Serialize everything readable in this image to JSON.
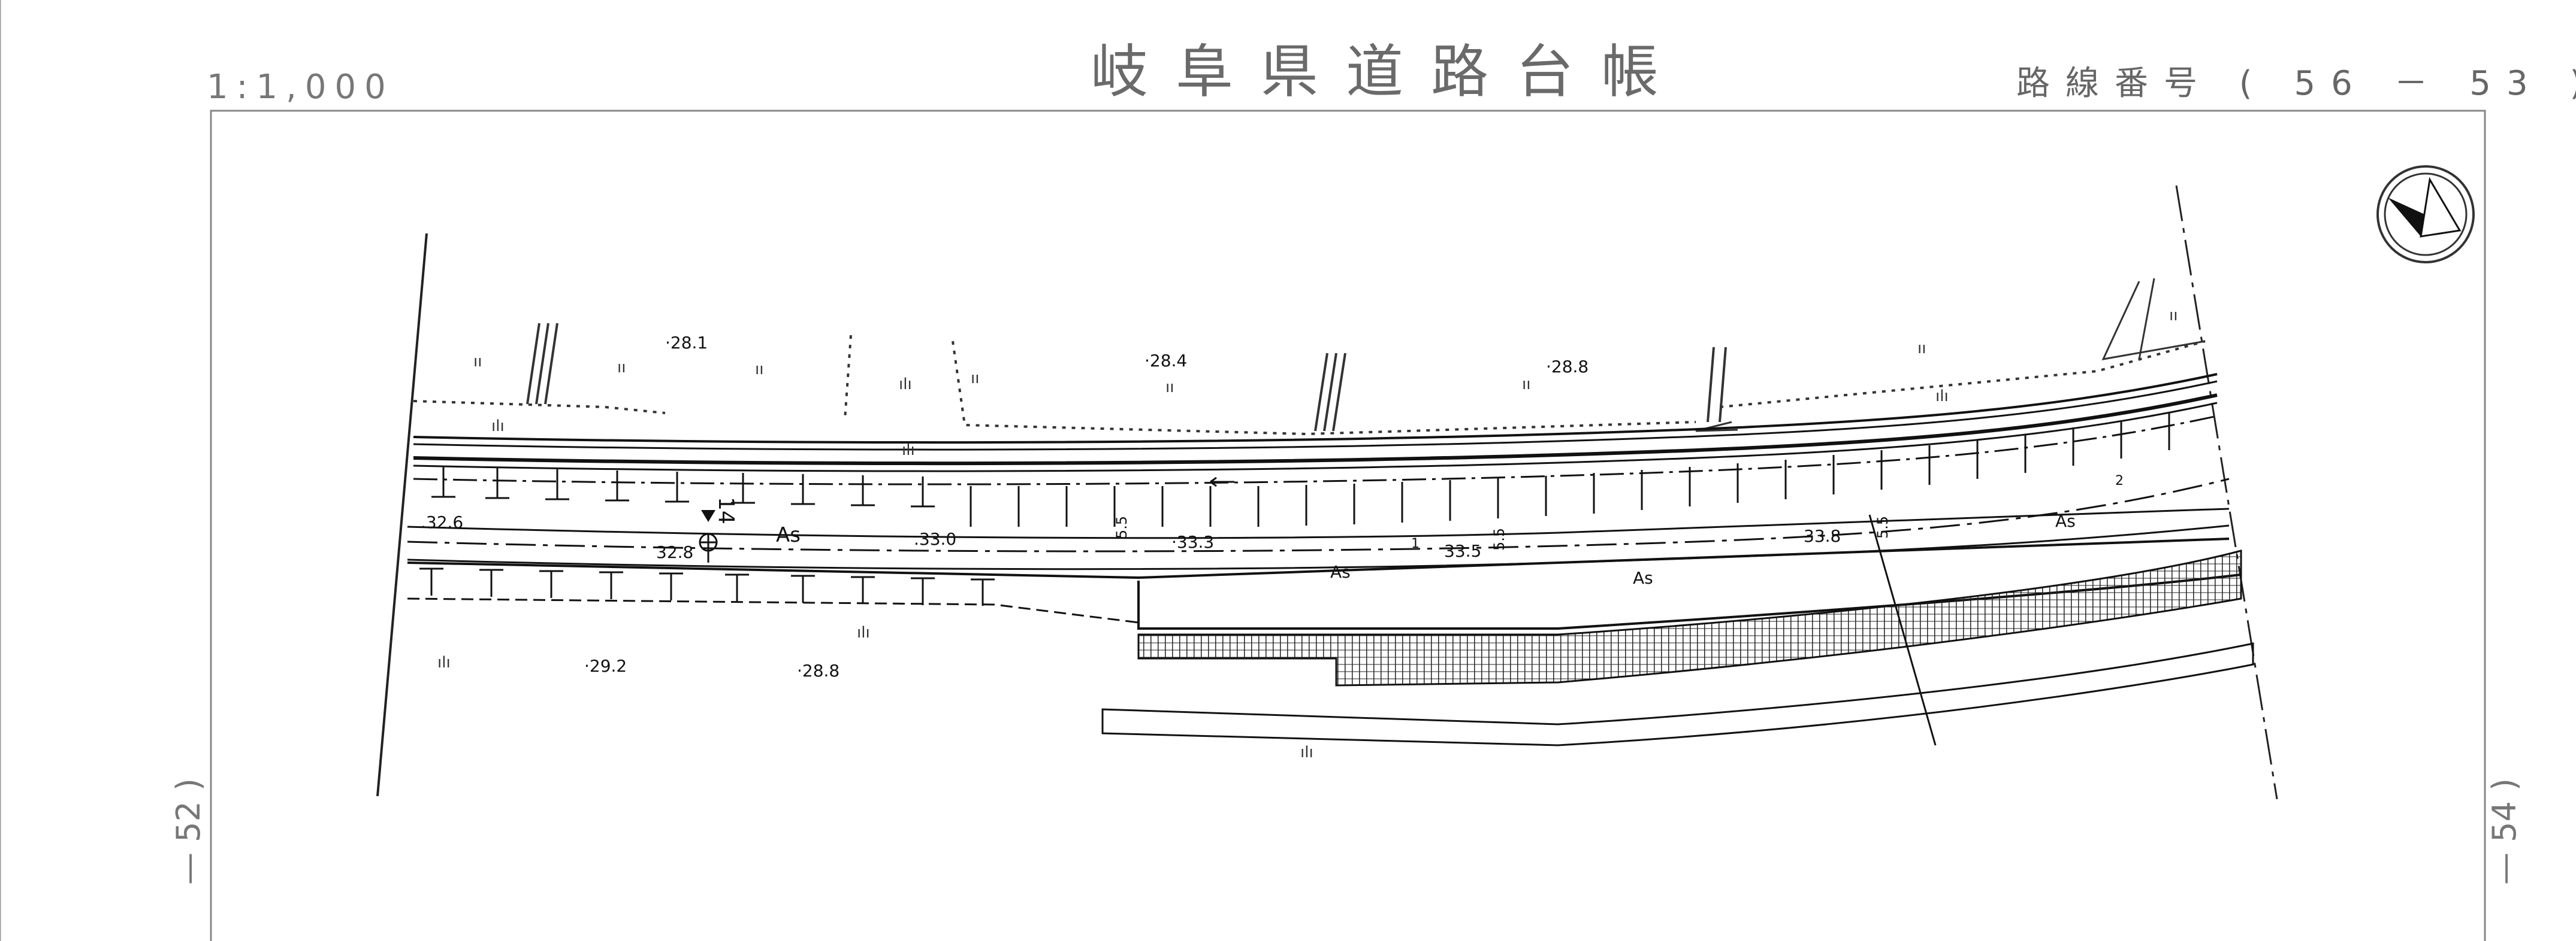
{
  "header": {
    "scale": "1:1,000",
    "title": "岐阜県道路台帳",
    "route": "路線番号 ( 56 － 53 )"
  },
  "side_refs": {
    "left": "— 52 )",
    "right": "— 54 )"
  },
  "elevations": {
    "north_1": "·28.1",
    "north_2": "·28.4",
    "north_3": "·28.8",
    "road_1": ".32.6",
    "road_2": "32.8",
    "road_3": ".33.0",
    "road_4": "·33.3",
    "road_5": "33.5",
    "road_6": "33.8",
    "south_1": "·29.2",
    "south_2": "·28.8"
  },
  "road_labels": {
    "pavement_1": "As",
    "pavement_2": "As",
    "pavement_3": "As",
    "pavement_4": "As",
    "marker": "14",
    "width_1": "5.5",
    "width_2": "5.5",
    "width_3": "5.5",
    "small_1": "1",
    "small_2": "2"
  }
}
